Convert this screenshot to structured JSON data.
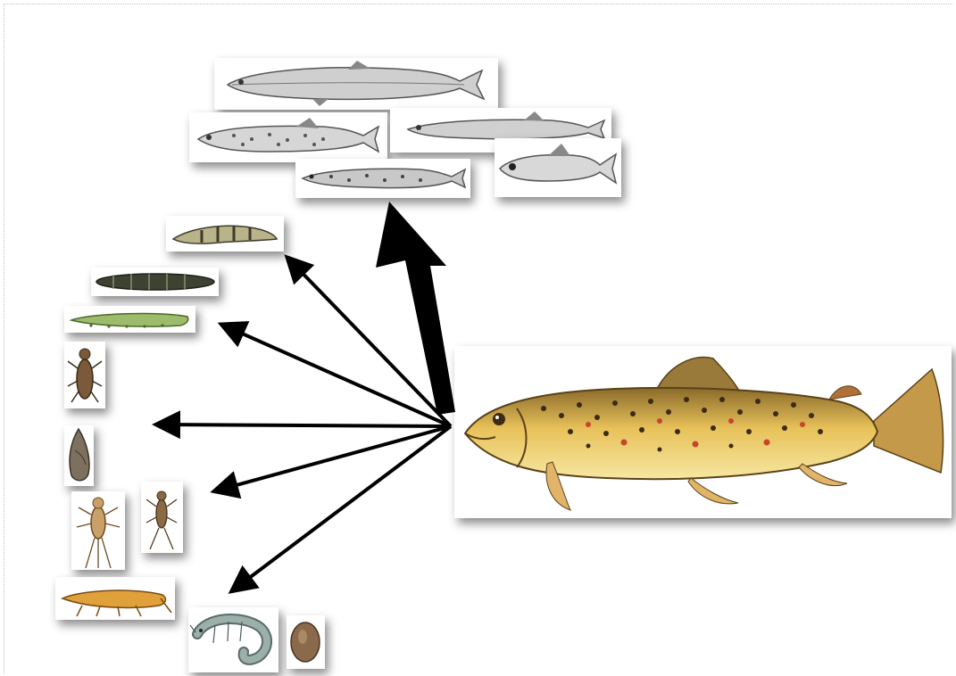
{
  "diagram": {
    "subject": {
      "icon": "brown-trout"
    },
    "prey_groups": [
      {
        "icon": "minnow-fish",
        "emphasis": "major"
      },
      {
        "icon": "caddis-larva",
        "emphasis": "minor"
      },
      {
        "icon": "caterpillar-larva",
        "emphasis": "minor"
      },
      {
        "icon": "aquatic-nymph",
        "emphasis": "minor"
      },
      {
        "icon": "snail",
        "emphasis": "minor"
      },
      {
        "icon": "mayfly-nymph",
        "emphasis": "minor"
      },
      {
        "icon": "stonefly-larva",
        "emphasis": "minor"
      },
      {
        "icon": "freshwater-shrimp",
        "emphasis": "minor"
      }
    ],
    "colors": {
      "arrow": "#000000",
      "trout_body": "#e8c25a",
      "trout_back": "#8a6a2a",
      "trout_belly": "#f6e7a2",
      "spots_dark": "#3b2a14",
      "spots_red": "#c8442e"
    }
  }
}
